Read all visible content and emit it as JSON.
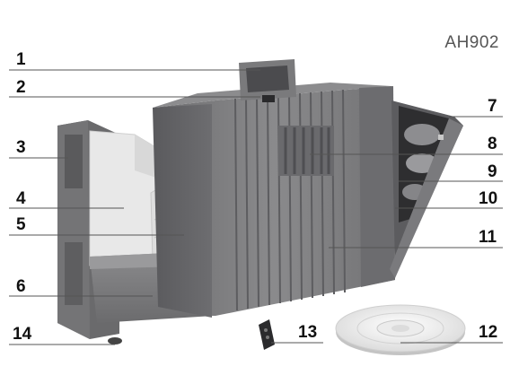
{
  "model": "AH902",
  "callouts": [
    {
      "id": "1",
      "side": "left"
    },
    {
      "id": "2",
      "side": "left"
    },
    {
      "id": "3",
      "side": "left"
    },
    {
      "id": "4",
      "side": "left"
    },
    {
      "id": "5",
      "side": "left"
    },
    {
      "id": "6",
      "side": "left"
    },
    {
      "id": "14",
      "side": "left"
    },
    {
      "id": "7",
      "side": "right"
    },
    {
      "id": "8",
      "side": "right"
    },
    {
      "id": "9",
      "side": "right"
    },
    {
      "id": "10",
      "side": "right"
    },
    {
      "id": "11",
      "side": "right"
    },
    {
      "id": "13",
      "side": "right"
    },
    {
      "id": "12",
      "side": "right"
    }
  ],
  "colors": {
    "body": "#7d7d7f",
    "body_dark": "#5f5f62",
    "body_light": "#9a9a9c",
    "filter": "#e4e4e4",
    "leader": "#555555"
  },
  "icons": [
    "display-screen",
    "remote-control",
    "water-tablet"
  ]
}
